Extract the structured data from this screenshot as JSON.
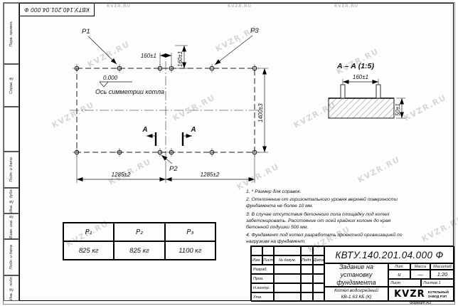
{
  "watermark": "KVZR.RU",
  "corner_stamp": "КВТУ.140.201.04.000 Ф",
  "margin_labels": {
    "perv": "Перв. примен.",
    "sprav": "Справ. №",
    "podp1": "Подп. и дата",
    "inv_dubl": "Инв. № дубл.",
    "vzam": "Взам. инв. №",
    "podp2": "Подп. и дата",
    "inv_podl": "Инв. № подл."
  },
  "plan": {
    "p1_label": "P1",
    "p2_label": "P2",
    "p3_label": "P3",
    "level_mark": "0.000",
    "axis_label": "Ось симметрии котла",
    "dim_bolt_spacing_h": "160±1",
    "dim_bolt_spacing_v": "160±1",
    "dim_width": "1400±3",
    "dim_length_left": "1285±2",
    "dim_length_right": "1285±2",
    "section_letter_left": "А",
    "section_letter_right": "А"
  },
  "section_view": {
    "title": "А – А (1:5)",
    "dim_bolt_spacing": "160±1",
    "dim_height": "50±1"
  },
  "notes": [
    "1. * Размер для справок.",
    "2. Отклонение от горизонтального уровня верхней поверхности фундамента не более 10 мм.",
    "3. В случае отсутствия бетонного пола площадку под котел забетонировать. Расстояние от осей крайних колонн до края бетонной подушки 500 мм.",
    "4. Фундамент под котел разработать проектной организацией по нагрузкам на фундамент."
  ],
  "loads_table": {
    "headers": [
      "Р₁",
      "Р₂",
      "Р₃"
    ],
    "values": [
      "825 кг",
      "825 кг",
      "1100 кг"
    ]
  },
  "title_block": {
    "doc_number": "КВТУ.140.201.04.000 Ф",
    "doc_title": "Задание на установку фундамента",
    "product_name": "Котел водогрейный КВ-1.63 КБ (К)",
    "col_izm": "Изм.",
    "col_list": "Лист",
    "col_doc": "№ докум.",
    "col_podp": "Подп.",
    "col_data": "Дата",
    "role_razrab": "Разраб.",
    "role_prov": "Пров.",
    "role_ncontr": "Н.контр.",
    "role_utv": "Утв.",
    "lit_header": "Лит.",
    "mass_header": "Масса",
    "scale_header": "Масштаб",
    "lit_value": "и",
    "mass_value": "—",
    "scale_value": "1:20",
    "sheet_label": "Лист",
    "sheets_label": "Листов",
    "sheets_value": "1",
    "logo_text": "KVZR",
    "company_line1": "КОТЕЛЬНЫЙ",
    "company_line2": "ЗАВОД РЭП",
    "format_label": "Формат А3"
  }
}
